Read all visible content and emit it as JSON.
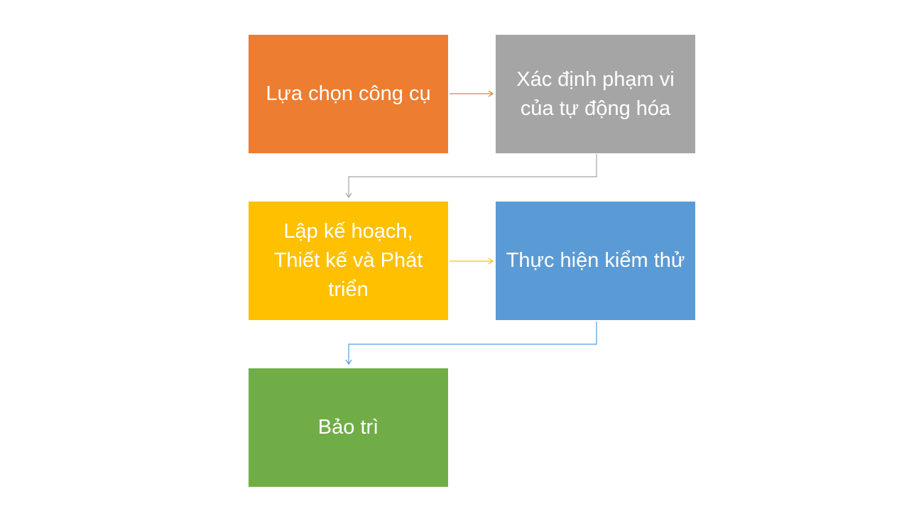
{
  "steps": [
    {
      "label": "Lựa chọn công cụ",
      "color": "#ED7D31"
    },
    {
      "label": "Xác định phạm vi của tự động hóa",
      "color": "#A5A5A5"
    },
    {
      "label": "Lập kế hoạch, Thiết kế và Phát triển",
      "color": "#FFC000"
    },
    {
      "label": "Thực hiện kiểm thử",
      "color": "#5B9BD5"
    },
    {
      "label": "Bảo trì",
      "color": "#70AD47"
    }
  ]
}
